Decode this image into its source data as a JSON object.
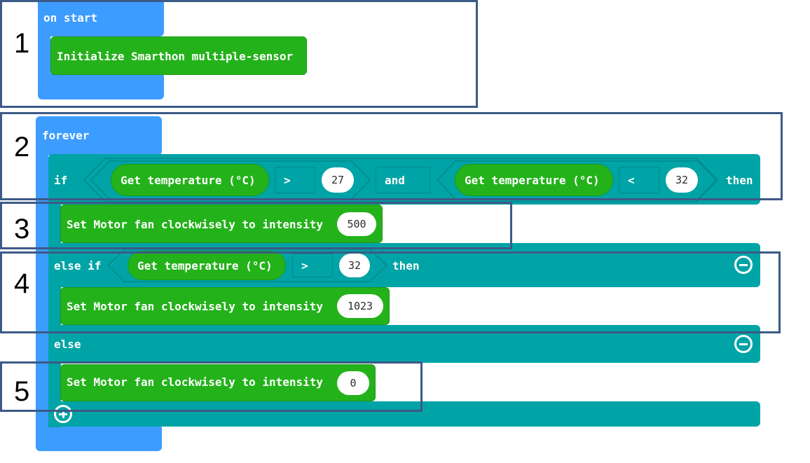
{
  "annotations": [
    "1",
    "2",
    "3",
    "4",
    "5"
  ],
  "on_start": {
    "hat_label": "on start",
    "init_block": "Initialize Smarthon multiple-sensor"
  },
  "forever": {
    "hat_label": "forever",
    "if_row": {
      "if_label": "if",
      "left_sensor": "Get temperature (°C)",
      "left_op": ">",
      "left_value": "27",
      "and_label": "and",
      "right_sensor": "Get temperature (°C)",
      "right_op": "<",
      "right_value": "32",
      "then_label": "then"
    },
    "if_body": {
      "label": "Set Motor fan clockwisely to intensity",
      "value": "500"
    },
    "else_if_row": {
      "label": "else if",
      "sensor": "Get temperature (°C)",
      "op": ">",
      "value": "32",
      "then_label": "then"
    },
    "else_if_body": {
      "label": "Set Motor fan clockwisely to intensity",
      "value": "1023"
    },
    "else_label": "else",
    "else_body": {
      "label": "Set Motor fan clockwisely to intensity",
      "value": "0"
    }
  },
  "icons": {
    "remove": "minus-circle-icon",
    "add": "plus-circle-icon"
  },
  "colors": {
    "event_blue": "#3d9cff",
    "logic_teal": "#00a4a6",
    "sensor_green": "#24b21b",
    "annotation_frame": "#3c5a87"
  }
}
